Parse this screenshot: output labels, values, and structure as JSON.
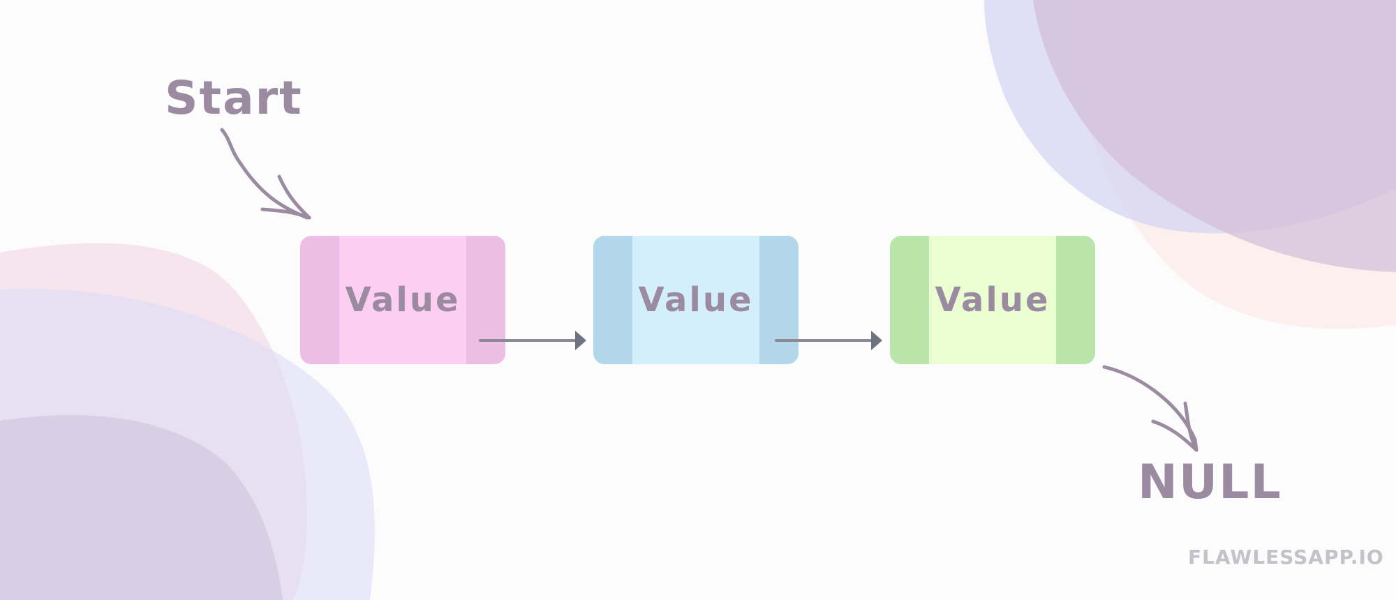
{
  "diagram": {
    "start_label": "Start",
    "null_label": "NULL",
    "brand": "FLAWLESSAPP.IO",
    "nodes": [
      {
        "label": "Value",
        "fill": "#fccff2",
        "side": "#ecbee6"
      },
      {
        "label": "Value",
        "fill": "#d4effc",
        "side": "#b3d7ea"
      },
      {
        "label": "Value",
        "fill": "#eafed2",
        "side": "#b9e5ab"
      }
    ],
    "colors": {
      "text": "#9a8ba0",
      "arrow": "#8c8994",
      "arrowhead": "#6d7480",
      "brand_text": "#c4c2c8"
    }
  }
}
